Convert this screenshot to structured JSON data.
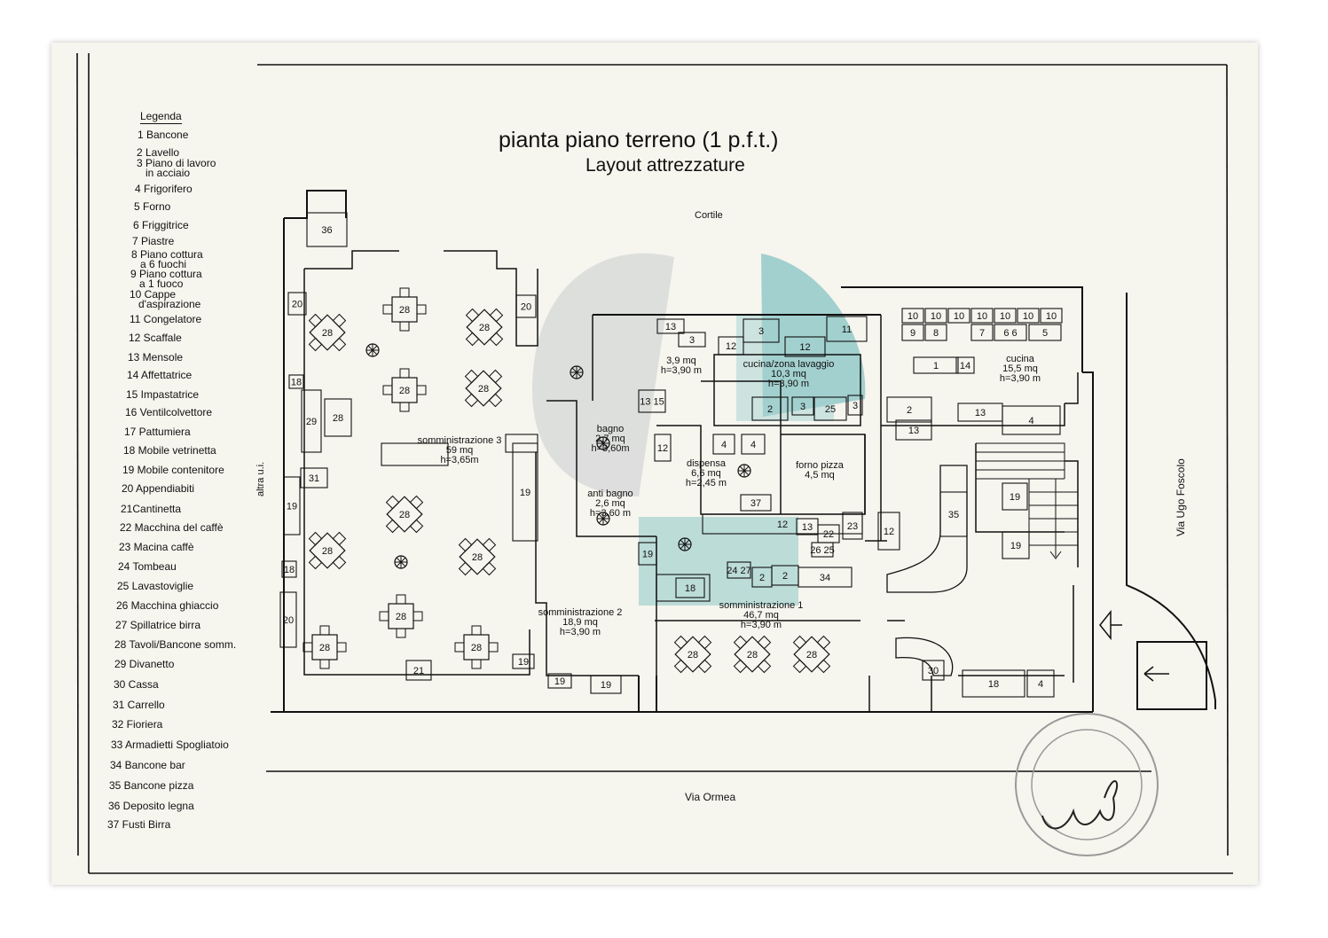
{
  "title": "pianta piano terreno (1 p.f.t.)",
  "subtitle": "Layout attrezzature",
  "legend": {
    "heading": "Legenda",
    "items": [
      "1 Bancone",
      "2 Lavello",
      "3 Piano di lavoro\n   in acciaio",
      "4 Frigorifero",
      "5 Forno",
      "6 Friggitrice",
      "7 Piastre",
      "8 Piano cottura\n   a 6 fuochi",
      "9 Piano cottura\n   a 1 fuoco",
      "10 Cappe\n   d'aspirazione",
      "11 Congelatore",
      "12 Scaffale",
      "13 Mensole",
      "14 Affettatrice",
      "15 Impastatrice",
      "16 Ventilcolvettore",
      "17 Pattumiera",
      "18 Mobile vetrinetta",
      "19 Mobile contenitore",
      "20 Appendiabiti",
      "21Cantinetta",
      "22 Macchina del caffè",
      "23 Macina caffè",
      "24 Tombeau",
      "25 Lavastoviglie",
      "26 Macchina ghiaccio",
      "27 Spillatrice birra",
      "28 Tavoli/Bancone somm.",
      "29 Divanetto",
      "30 Cassa",
      "31 Carrello",
      "32 Fioriera",
      "33 Armadietti Spogliatoio",
      "34 Bancone bar",
      "35 Bancone pizza",
      "36 Deposito legna",
      "37 Fusti Birra"
    ]
  },
  "streets": {
    "top": "Cortile",
    "bottom": "Via Ormea",
    "right": "Via Ugo Foscolo",
    "left": "altra u.i."
  },
  "rooms": [
    {
      "id": "somm3",
      "name": "somministrazione 3",
      "area": "59 mq",
      "height": "h=3,65m"
    },
    {
      "id": "somm2",
      "name": "somministrazione 2",
      "area": "18,9 mq",
      "height": "h=3,90 m"
    },
    {
      "id": "somm1",
      "name": "somministrazione 1",
      "area": "46,7 mq",
      "height": "h=3,90 m"
    },
    {
      "id": "prep",
      "name": "",
      "area": "3,9 mq",
      "height": "h=3,90 m"
    },
    {
      "id": "lavaggio",
      "name": "cucina/zona lavaggio",
      "area": "10,3 mq",
      "height": "h=3,90 m"
    },
    {
      "id": "cucina",
      "name": "cucina",
      "area": "15,5 mq",
      "height": "h=3,90 m"
    },
    {
      "id": "bagno",
      "name": "bagno",
      "area": "2,7 mq",
      "height": "h=3,60m"
    },
    {
      "id": "antibagno",
      "name": "anti bagno",
      "area": "2,6 mq",
      "height": "h=3,60 m"
    },
    {
      "id": "dispensa",
      "name": "dispensa",
      "area": "6,6 mq",
      "height": "h=2,45 m"
    },
    {
      "id": "fornopizza",
      "name": "forno pizza",
      "area": "4,5 mq",
      "height": ""
    }
  ],
  "colors": {
    "ink": "#111111",
    "paper": "#f6f5ee",
    "watermark_teal": "#5fb3b5",
    "watermark_grey": "#b8bcc0",
    "stamp": "#9a9a9a"
  }
}
